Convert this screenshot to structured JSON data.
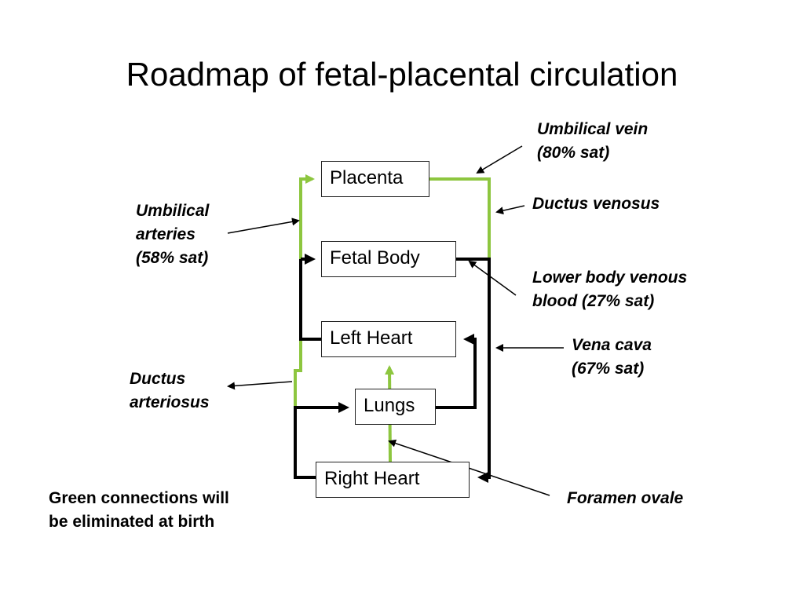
{
  "slide": {
    "title": "Roadmap of fetal-placental circulation"
  },
  "nodes": {
    "placenta": "Placenta",
    "fetal_body": "Fetal Body",
    "left_heart": "Left Heart",
    "lungs": "Lungs",
    "right_heart": "Right Heart"
  },
  "labels": {
    "umbilical_vein": [
      "Umbilical vein",
      "(80% sat)"
    ],
    "ductus_venosus": "Ductus venosus",
    "umbilical_arteries": [
      "Umbilical",
      "arteries",
      "(58% sat)"
    ],
    "lower_body": [
      "Lower body venous",
      "blood (27% sat)"
    ],
    "vena_cava": [
      "Vena cava",
      "(67% sat)"
    ],
    "ductus_arteriosus": [
      "Ductus",
      "arteriosus"
    ],
    "foramen_ovale": "Foramen ovale"
  },
  "note": [
    "Green connections will",
    "be eliminated at birth"
  ],
  "colors": {
    "green_connection": "#8dc63f",
    "black_connection": "#000000"
  }
}
